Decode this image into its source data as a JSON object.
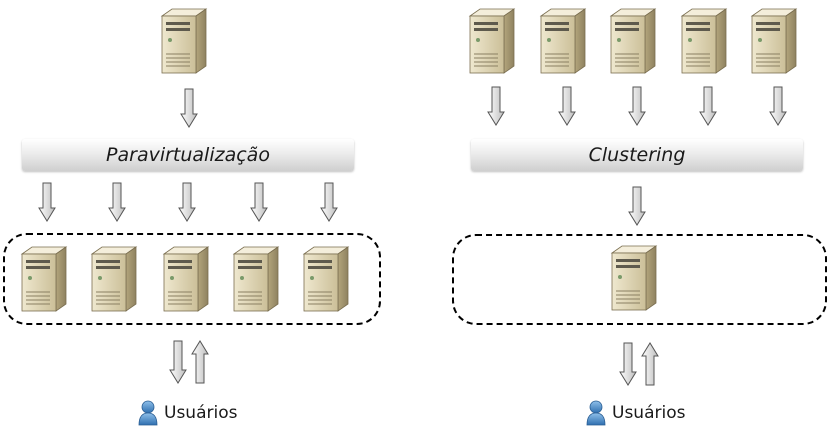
{
  "left": {
    "label": "Paravirtualização",
    "users_label": "Usuários"
  },
  "right": {
    "label": "Clustering",
    "users_label": "Usuários"
  },
  "icons": {
    "server": "server-icon",
    "arrow": "down-arrow-icon",
    "bidirectional": "bidirectional-arrows-icon",
    "user": "user-icon"
  },
  "colors": {
    "server_front": "#d9cfb0",
    "server_side": "#b5a780",
    "user_blue": "#4a86c5"
  }
}
